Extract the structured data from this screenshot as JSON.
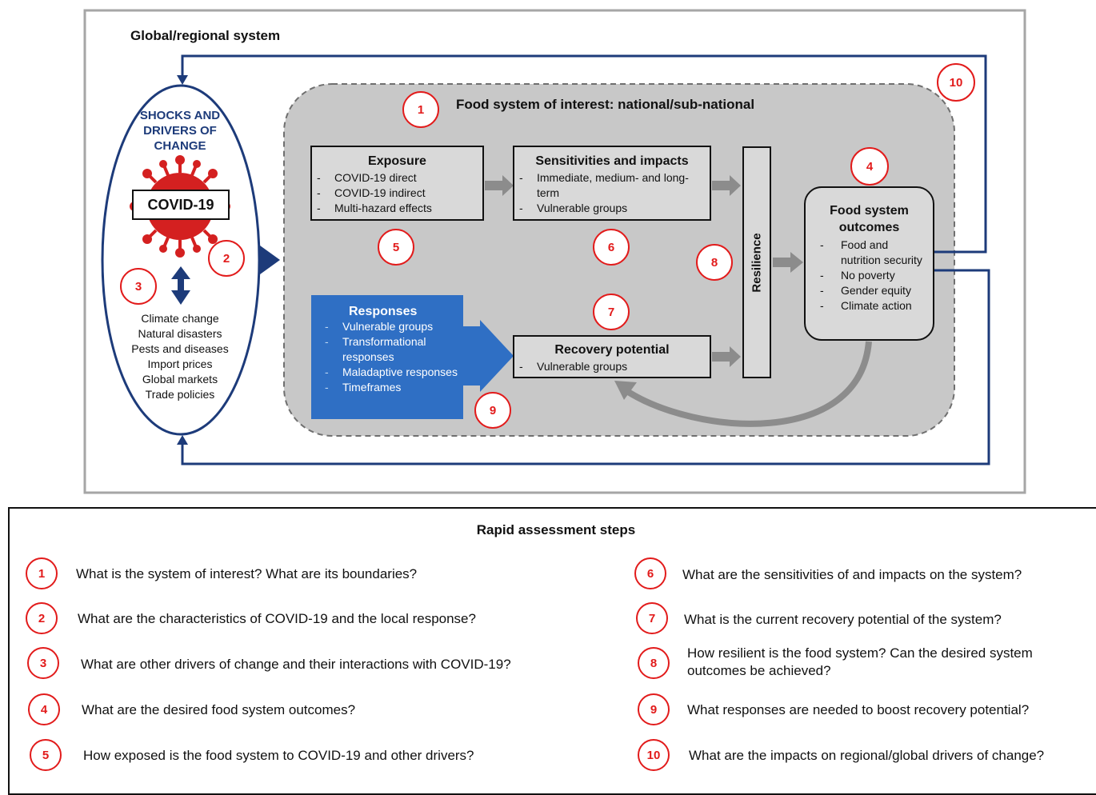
{
  "diagram": {
    "global_title": "Global/regional system",
    "food_system_title": "Food system of interest: national/sub-national",
    "shocks": {
      "title": "SHOCKS AND DRIVERS OF CHANGE",
      "covid_label": "COVID-19",
      "drivers": [
        "Climate change",
        "Natural disasters",
        "Pests and diseases",
        "Import prices",
        "Global markets",
        "Trade policies"
      ]
    },
    "exposure": {
      "title": "Exposure",
      "items": [
        "COVID-19 direct",
        "COVID-19 indirect",
        "Multi-hazard effects"
      ]
    },
    "sensitivities": {
      "title": "Sensitivities and impacts",
      "items": [
        "Immediate, medium- and long-term",
        "Vulnerable groups"
      ]
    },
    "responses": {
      "title": "Responses",
      "items": [
        "Vulnerable groups",
        "Transformational responses",
        "Maladaptive responses",
        "Timeframes"
      ]
    },
    "recovery": {
      "title": "Recovery potential",
      "items": [
        "Vulnerable groups"
      ]
    },
    "resilience_label": "Resilience",
    "outcomes": {
      "title": "Food system outcomes",
      "items": [
        "Food and nutrition security",
        "No poverty",
        "Gender equity",
        "Climate action"
      ]
    },
    "markers": [
      "1",
      "2",
      "3",
      "4",
      "5",
      "6",
      "7",
      "8",
      "9",
      "10"
    ],
    "colors": {
      "navy": "#1d3b7a",
      "red": "#e21b1b",
      "grey_fill": "#c8c8c8",
      "box_fill": "#d9d9d9",
      "responses_blue": "#2f6fc4",
      "arrow_grey": "#8c8c8c"
    }
  },
  "steps": {
    "title": "Rapid assessment steps",
    "items": [
      {
        "num": "1",
        "text": "What is the system of interest? What are its boundaries?"
      },
      {
        "num": "2",
        "text": "What are the characteristics of COVID-19 and the local response?"
      },
      {
        "num": "3",
        "text": "What are other drivers of change and their interactions with COVID-19?"
      },
      {
        "num": "4",
        "text": "What are the desired food system outcomes?"
      },
      {
        "num": "5",
        "text": "How exposed is the food system to COVID-19 and other drivers?"
      },
      {
        "num": "6",
        "text": "What are the sensitivities of and impacts on the system?"
      },
      {
        "num": "7",
        "text": "What is the current recovery potential of the system?"
      },
      {
        "num": "8",
        "text": "How resilient is the food system? Can the desired system outcomes be achieved?"
      },
      {
        "num": "9",
        "text": "What responses are needed to boost recovery potential?"
      },
      {
        "num": "10",
        "text": "What are the impacts on regional/global drivers of change?"
      }
    ]
  }
}
